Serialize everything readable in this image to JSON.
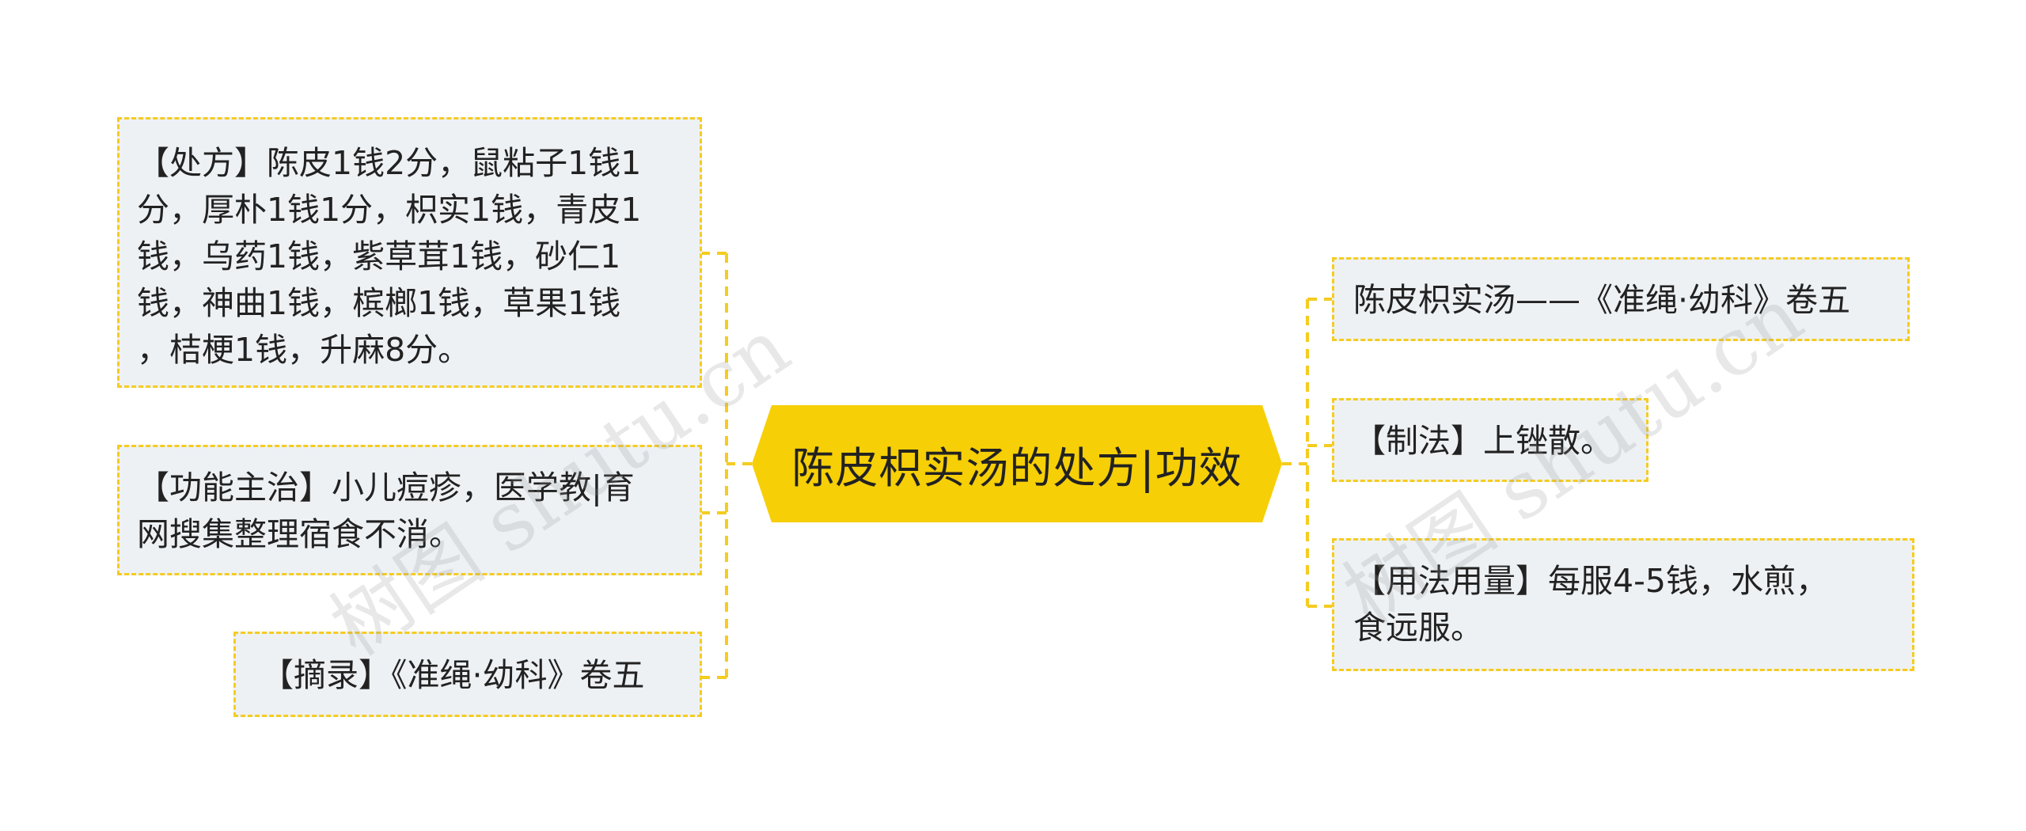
{
  "mindmap": {
    "central": "陈皮枳实汤的处方|功效",
    "left_nodes": [
      {
        "id": "prescription",
        "lines": [
          "【处方】陈皮1钱2分，鼠粘子1钱1",
          "分，厚朴1钱1分，枳实1钱，青皮1",
          "钱，乌药1钱，紫草茸1钱，砂仁1",
          "钱，神曲1钱，槟榔1钱，草果1钱",
          "，桔梗1钱，升麻8分。"
        ]
      },
      {
        "id": "function",
        "lines": [
          "【功能主治】小儿痘疹，医学教|育",
          "网搜集整理宿食不消。"
        ]
      },
      {
        "id": "excerpt",
        "lines": [
          "【摘录】《准绳·幼科》卷五"
        ]
      }
    ],
    "right_nodes": [
      {
        "id": "source",
        "lines": [
          "陈皮枳实汤——《准绳·幼科》卷五"
        ]
      },
      {
        "id": "preparation",
        "lines": [
          "【制法】上锉散。"
        ]
      },
      {
        "id": "usage",
        "lines": [
          "【用法用量】每服4-5钱，水煎，",
          "食远服。"
        ]
      }
    ]
  },
  "watermark": {
    "left": "树图 shutu.cn",
    "right": "树图 shutu.cn"
  },
  "colors": {
    "central_fill": "#f6cf06",
    "node_fill": "#eef1f4",
    "connector": "#f5cc1f",
    "text": "#222222"
  }
}
